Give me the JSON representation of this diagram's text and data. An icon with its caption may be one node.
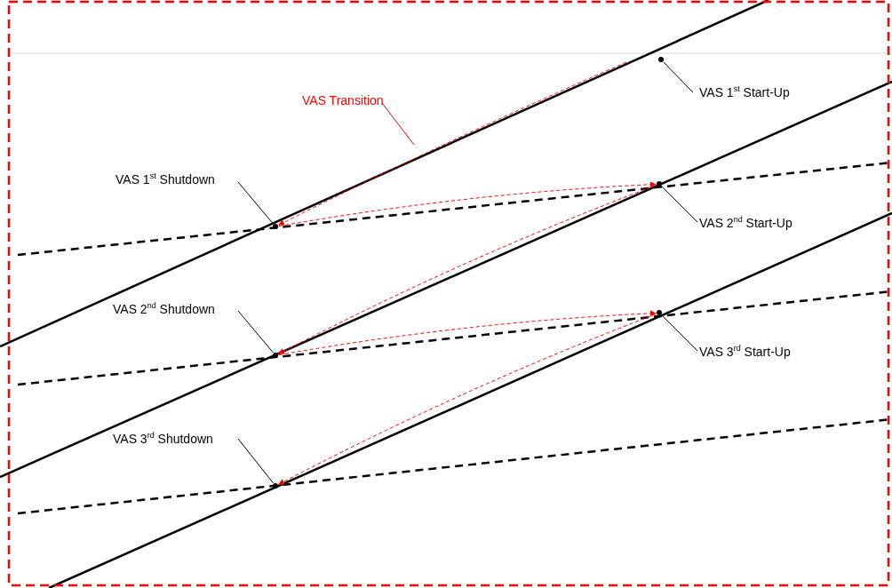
{
  "diagram": {
    "nodes": [
      {
        "text": [
          "VAS Transition"
        ]
      },
      {
        "text": [
          "VAS 1$^{st}$ Start-Up"
        ]
      },
      {
        "text": [
          "VAS 1$^{st}$ Shutdown"
        ]
      },
      {
        "text": [
          "VAS 2$^{nd}$ Start-Up"
        ]
      },
      {
        "text": [
          "VAS 2$^{nd}$ Shutdown"
        ]
      },
      {
        "text": [
          "VAS 3$^{rd}$ Start-Up"
        ]
      },
      {
        "text": [
          "VAS 3$^{rd}$ Shutdown"
        ]
      },
      {
        "text": [],
        "shape": "circle"
      },
      {
        "text": [],
        "shape": "circle"
      },
      {
        "text": [],
        "shape": "circle"
      },
      {
        "text": [],
        "shape": "circle"
      },
      {
        "text": [],
        "shape": "circle"
      },
      {
        "text": [],
        "shape": "circle"
      }
    ],
    "edges": [
      {
        "from": 0,
        "to": null,
        "arrow": "none",
        "color": "#ff0000"
      },
      {
        "from": 1,
        "to": 7,
        "arrow": "none",
        "color": "#000000"
      },
      {
        "from": 2,
        "to": 8,
        "arrow": "none",
        "color": "#000000"
      },
      {
        "from": 3,
        "to": 9,
        "arrow": "none",
        "color": "#000000"
      },
      {
        "from": 4,
        "to": 10,
        "arrow": "none",
        "color": "#000000"
      },
      {
        "from": 5,
        "to": 11,
        "arrow": "none",
        "color": "#000000"
      },
      {
        "from": 6,
        "to": 12,
        "arrow": "none",
        "color": "#000000"
      },
      {
        "from": null,
        "to": 8,
        "arrow": "to",
        "style": "dashed",
        "color": "#ff0000"
      },
      {
        "from": 8,
        "to": 9,
        "arrow": "to",
        "style": "dashed",
        "color": "#ff0000"
      },
      {
        "from": 9,
        "to": 10,
        "arrow": "to",
        "style": "dashed",
        "color": "#ff0000"
      },
      {
        "from": 10,
        "to": 11,
        "arrow": "to",
        "style": "dashed",
        "color": "#ff0000"
      },
      {
        "from": 11,
        "to": 12,
        "arrow": "to",
        "style": "dashed",
        "color": "#ff0000"
      }
    ]
  }
}
